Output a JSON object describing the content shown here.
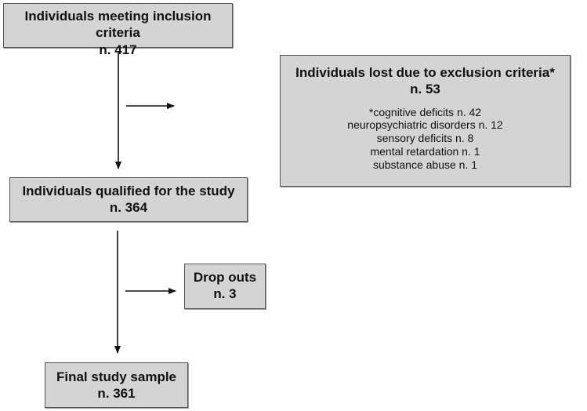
{
  "boxes": {
    "inclusion": {
      "title": "Individuals meeting inclusion criteria",
      "count": "n. 417"
    },
    "excluded": {
      "title": "Individuals lost due to exclusion criteria*",
      "count": "n. 53",
      "details": [
        "*cognitive deficits n. 42",
        "neuropsychiatric disorders n. 12",
        "sensory deficits n. 8",
        "mental retardation n. 1",
        "substance abuse n. 1"
      ]
    },
    "qualified": {
      "title": "Individuals qualified for the study",
      "count": "n. 364"
    },
    "dropouts": {
      "title": "Drop outs",
      "count": "n. 3"
    },
    "final": {
      "title": "Final study sample",
      "count": "n. 361"
    }
  },
  "colors": {
    "box_fill": "#d4d4d4",
    "box_border": "#555555",
    "arrow": "#111111"
  }
}
